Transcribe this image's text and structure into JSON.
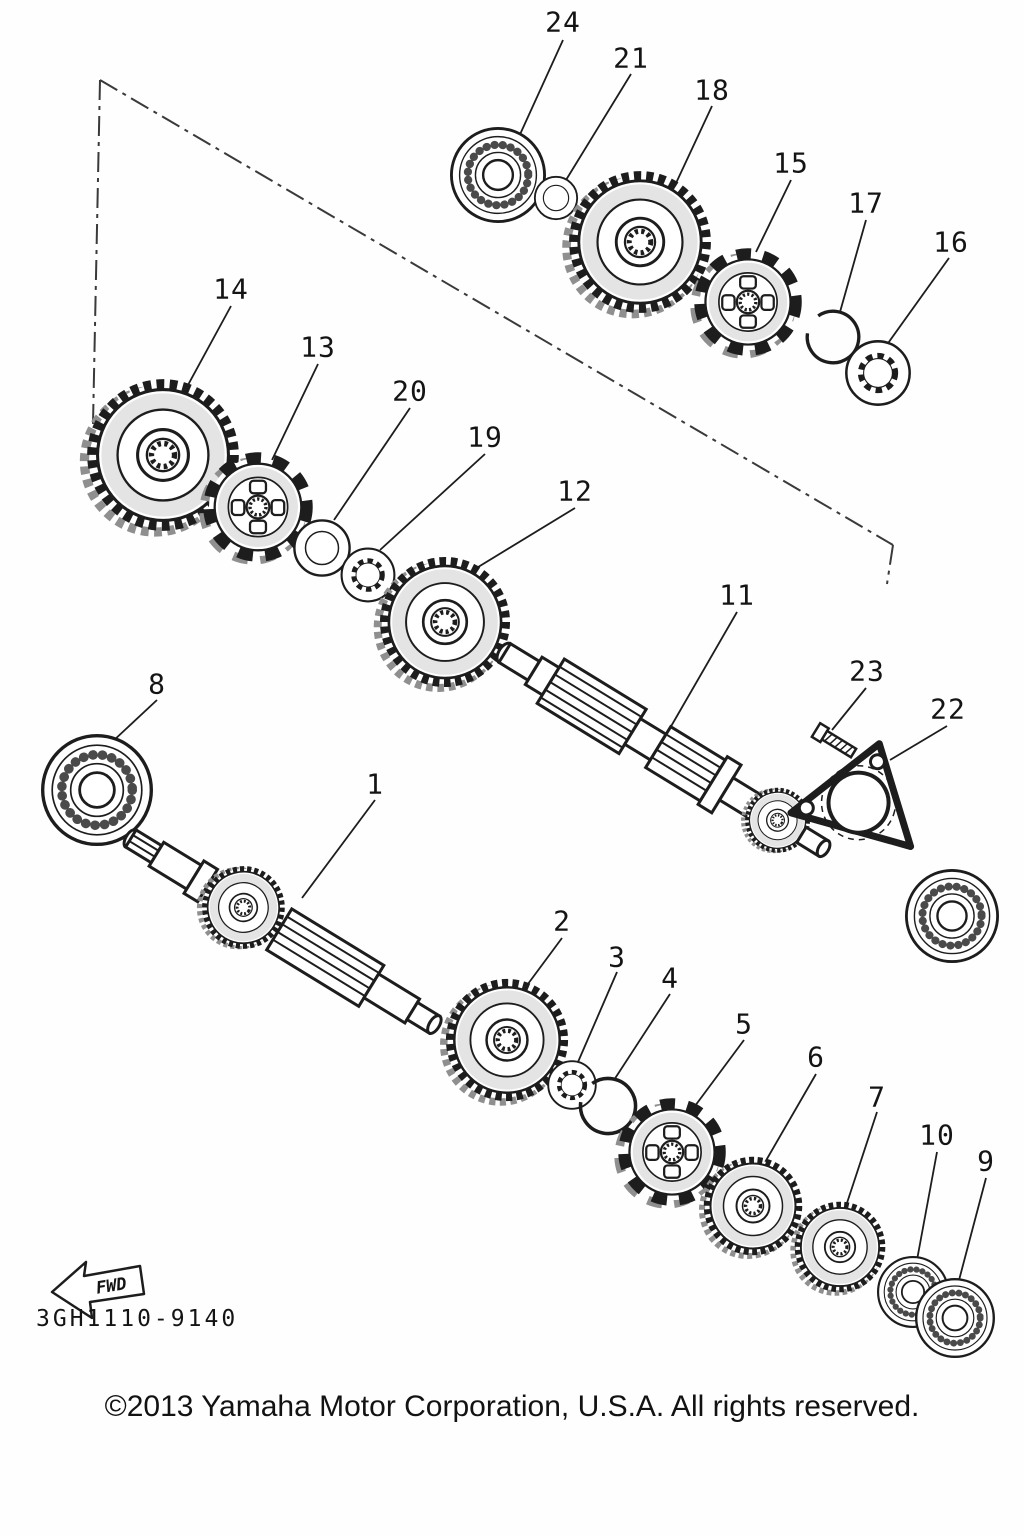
{
  "callouts": {
    "c1": "1",
    "c2": "2",
    "c3": "3",
    "c4": "4",
    "c5": "5",
    "c6": "6",
    "c7": "7",
    "c8": "8",
    "c9": "9",
    "c10": "10",
    "c11": "11",
    "c12": "12",
    "c13": "13",
    "c14": "14",
    "c15": "15",
    "c16": "16",
    "c17": "17",
    "c18": "18",
    "c19": "19",
    "c20": "20",
    "c21": "21",
    "c22": "22",
    "c23": "23",
    "c24": "24"
  },
  "fwd_label": "FWD",
  "part_code": "3GH1110-9140",
  "copyright": "©2013 Yamaha Motor Corporation, U.S.A. All rights reserved.",
  "colors": {
    "ink": "#1d1d1d",
    "paper": "#fefefe"
  }
}
